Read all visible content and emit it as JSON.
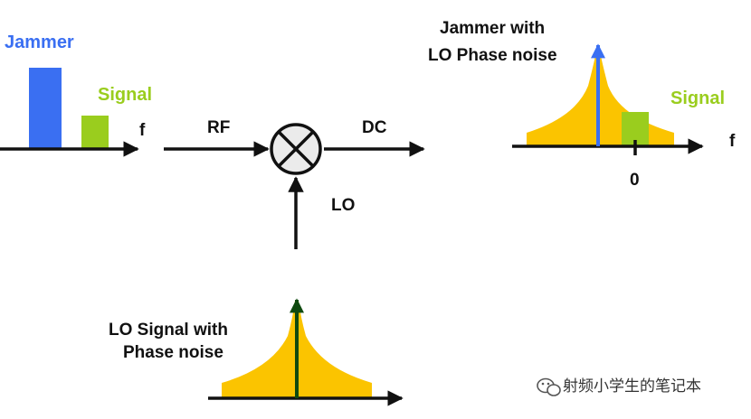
{
  "input_spectrum": {
    "jammer_label": "Jammer",
    "signal_label": "Signal",
    "axis_label": "f"
  },
  "mixer": {
    "rf_label": "RF",
    "dc_label": "DC",
    "lo_label": "LO"
  },
  "lo_spectrum": {
    "label_line1": "LO Signal with",
    "label_line2": "Phase noise"
  },
  "output_spectrum": {
    "label_line1": "Jammer with",
    "label_line2": "LO Phase noise",
    "signal_label": "Signal",
    "axis_label": "f",
    "zero_label": "0"
  },
  "watermark": {
    "text": "射频小学生的笔记本"
  },
  "colors": {
    "jammer": "#3a6ff2",
    "signal": "#9acd1e",
    "phase_noise": "#fbc400",
    "lo_line": "#0f4a0f",
    "axis": "#111111"
  }
}
